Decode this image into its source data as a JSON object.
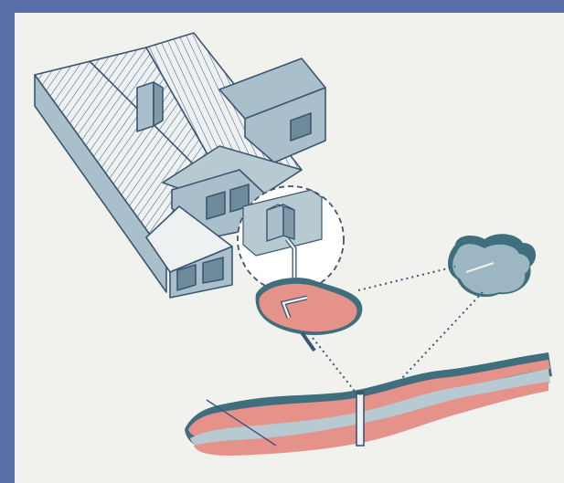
{
  "colors": {
    "frame": "#5a6fa6",
    "paper": "#f1f2ee",
    "line": "#3d5670",
    "roof": "#e9ecee",
    "wall": "#a9c0cc",
    "shadow_wall": "#7f9aab",
    "water": "#9db6c4",
    "water_dark": "#3f6f7c",
    "soil_pink": "#e4928a",
    "soil_blue": "#b7c9d1"
  },
  "icons": {
    "house": "house-illustration",
    "magnifier": "inset-circle",
    "well": "well-casing"
  }
}
